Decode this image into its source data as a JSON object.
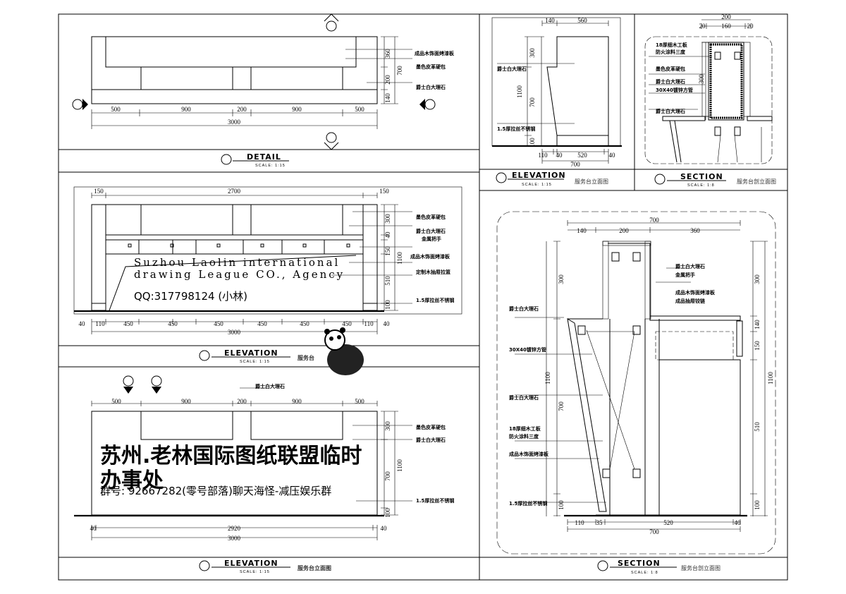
{
  "detail": {
    "title": "DETAIL",
    "scale": "SCALE: 1:15",
    "dims": [
      "500",
      "900",
      "200",
      "900",
      "500"
    ],
    "total": "3000",
    "vdims": [
      "360",
      "200",
      "140"
    ],
    "vtotal": "700",
    "labels": [
      "成品木饰面烤漆板",
      "墨色皮革硬包",
      "爵士白大理石"
    ]
  },
  "elevation_front": {
    "title": "ELEVATION",
    "scale": "SCALE: 1:15",
    "cn_title": "服务台",
    "top_dims": [
      "150",
      "2700",
      "150"
    ],
    "bottom_dims": [
      "40",
      "110",
      "450",
      "450",
      "450",
      "450",
      "450",
      "450",
      "110",
      "40"
    ],
    "total": "3000",
    "vdims": [
      "300",
      "40",
      "150",
      "510",
      "100"
    ],
    "vtotal": "1100",
    "labels": [
      "墨色皮革硬包",
      "爵士白大理石",
      "金属把手",
      "成品木饰面烤漆板",
      "定制木抽屉拉篮",
      "1.5厚拉丝不锈钢"
    ]
  },
  "elevation_back": {
    "title": "ELEVATION",
    "scale": "SCALE: 1:15",
    "cn_title": "服务台立面图",
    "top_dims": [
      "500",
      "900",
      "200",
      "900",
      "500"
    ],
    "bottom_dims": [
      "40",
      "2920",
      "40"
    ],
    "total": "3000",
    "vdims": [
      "300",
      "700",
      "100"
    ],
    "vtotal": "1100",
    "labels": [
      "爵士白大理石",
      "墨色皮革硬包",
      "爵士白大理石",
      "1.5厚拉丝不锈钢"
    ]
  },
  "elevation_side": {
    "title": "ELEVATION",
    "scale": "SCALE: 1:15",
    "cn_title": "服务台立面图",
    "top_dims": [
      "140",
      "560"
    ],
    "bottom_dims": [
      "110",
      "40",
      "520",
      "40"
    ],
    "total": "700",
    "vdims": [
      "300",
      "700",
      "100"
    ],
    "vtotal": "1100",
    "labels": [
      "爵士白大理石",
      "1.5厚拉丝不锈钢"
    ]
  },
  "section_small": {
    "title": "SECTION",
    "scale": "SCALE: 1:8",
    "cn_title": "服务台剖立面图",
    "top_dims": [
      "20",
      "160",
      "20"
    ],
    "total": "200",
    "vdim": "300",
    "labels": [
      "18厚细木工板",
      "防火涂料三度",
      "墨色皮革硬包",
      "爵士白大理石",
      "30X40镀锌方管",
      "爵士白大理石"
    ]
  },
  "section_large": {
    "title": "SECTION",
    "scale": "SCALE: 1:8",
    "cn_title": "服务台剖立面图",
    "top_dims": [
      "140",
      "200",
      "360"
    ],
    "top_total": "700",
    "bottom_dims": [
      "110",
      "35",
      "520",
      "40"
    ],
    "bottom_total": "700",
    "right_vdims": [
      "300",
      "140",
      "150",
      "510",
      "100"
    ],
    "right_total": "1100",
    "left_vdims": [
      "300",
      "700",
      "100"
    ],
    "left_total": "1100",
    "labels": [
      "爵士白大理石",
      "金属把手",
      "成品木饰面烤漆板",
      "成品抽屉铰链",
      "爵士白大理石",
      "30X40镀锌方管",
      "爵士白大理石",
      "18厚细木工板",
      "防火涂料三度",
      "成品木饰面烤漆板",
      "1.5厚拉丝不锈钢"
    ]
  },
  "watermark": {
    "main": "苏州.老林国际图纸联盟临时办事处",
    "english": "Suzhou Laolin international drawing League CO., Agency",
    "group": "群号: 92667282(零号部落)聊天海怪-减压娱乐群",
    "qq": "QQ:317798124 (小林)"
  }
}
